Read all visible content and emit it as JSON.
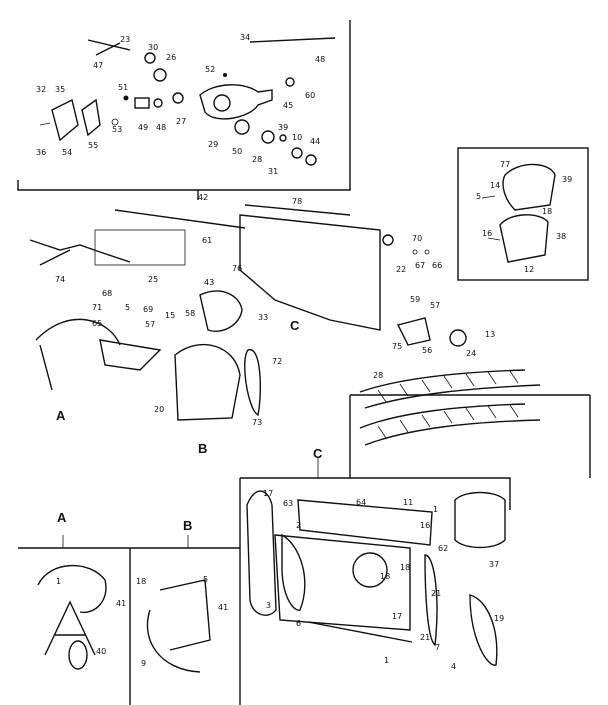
{
  "top_callouts": [
    "23",
    "30",
    "26",
    "34",
    "48",
    "47",
    "52",
    "45",
    "60",
    "32",
    "35",
    "51",
    "49",
    "48",
    "27",
    "36",
    "54",
    "55",
    "53",
    "29",
    "50",
    "39",
    "10",
    "44",
    "28",
    "31"
  ],
  "middle_callouts": [
    "42",
    "78",
    "61",
    "74",
    "25",
    "76",
    "43",
    "33",
    "22",
    "70",
    "67",
    "66",
    "68",
    "71",
    "5",
    "69",
    "65",
    "57",
    "15",
    "58",
    "72",
    "20",
    "73",
    "59",
    "57",
    "75",
    "56",
    "24",
    "13"
  ],
  "inset_callouts": [
    "77",
    "14",
    "5",
    "39",
    "18",
    "16",
    "38",
    "12"
  ],
  "main_labels": {
    "A": "A",
    "B": "B",
    "C": "C"
  },
  "bottom_labels": {
    "A": "A",
    "B": "B",
    "C": "C"
  },
  "chain_callout": "28",
  "bottom_a_callouts": [
    "1",
    "41",
    "40"
  ],
  "bottom_b_callouts": [
    "18",
    "5",
    "41",
    "9"
  ],
  "bottom_c_callouts": [
    "17",
    "63",
    "64",
    "11",
    "1",
    "37",
    "2",
    "16",
    "62",
    "3",
    "18",
    "18",
    "21",
    "6",
    "17",
    "21",
    "19",
    "4",
    "1",
    "7"
  ]
}
